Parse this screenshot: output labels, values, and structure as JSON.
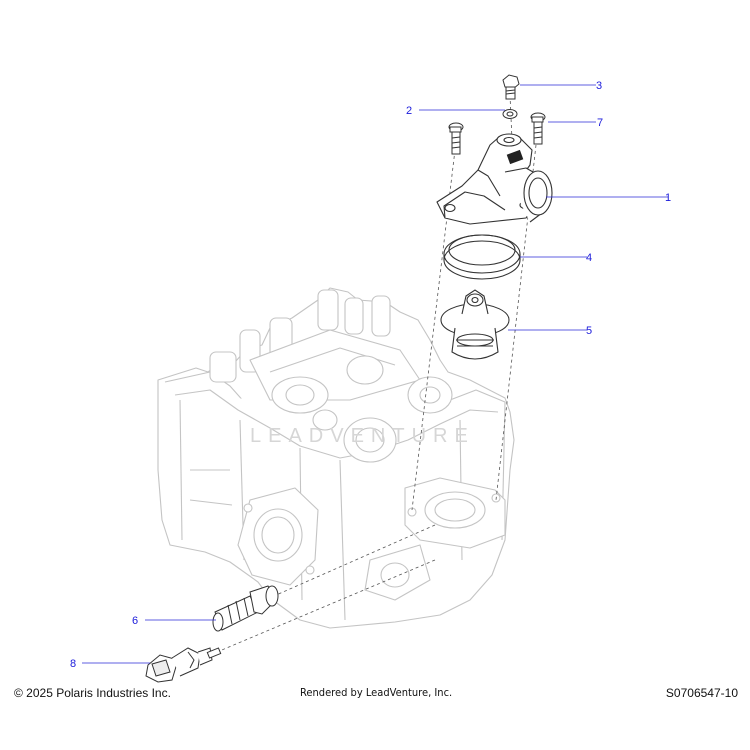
{
  "callouts": [
    {
      "number": "1",
      "part": "thermostat housing"
    },
    {
      "number": "2",
      "part": "washer"
    },
    {
      "number": "3",
      "part": "bolt"
    },
    {
      "number": "4",
      "part": "o-ring seal"
    },
    {
      "number": "5",
      "part": "thermostat"
    },
    {
      "number": "6",
      "part": "hose fitting"
    },
    {
      "number": "7",
      "part": "bolt"
    },
    {
      "number": "8",
      "part": "temperature sensor"
    }
  ],
  "watermark": "LEADVENTURE",
  "footer": {
    "copyright": "© 2025 Polaris Industries Inc.",
    "rendered_by": "Rendered by LeadVenture, Inc.",
    "part_code": "S0706547-10"
  },
  "colors": {
    "callout": "#1a1adb",
    "line_art": "#333333",
    "ghost_engine": "#c8c8c8"
  }
}
